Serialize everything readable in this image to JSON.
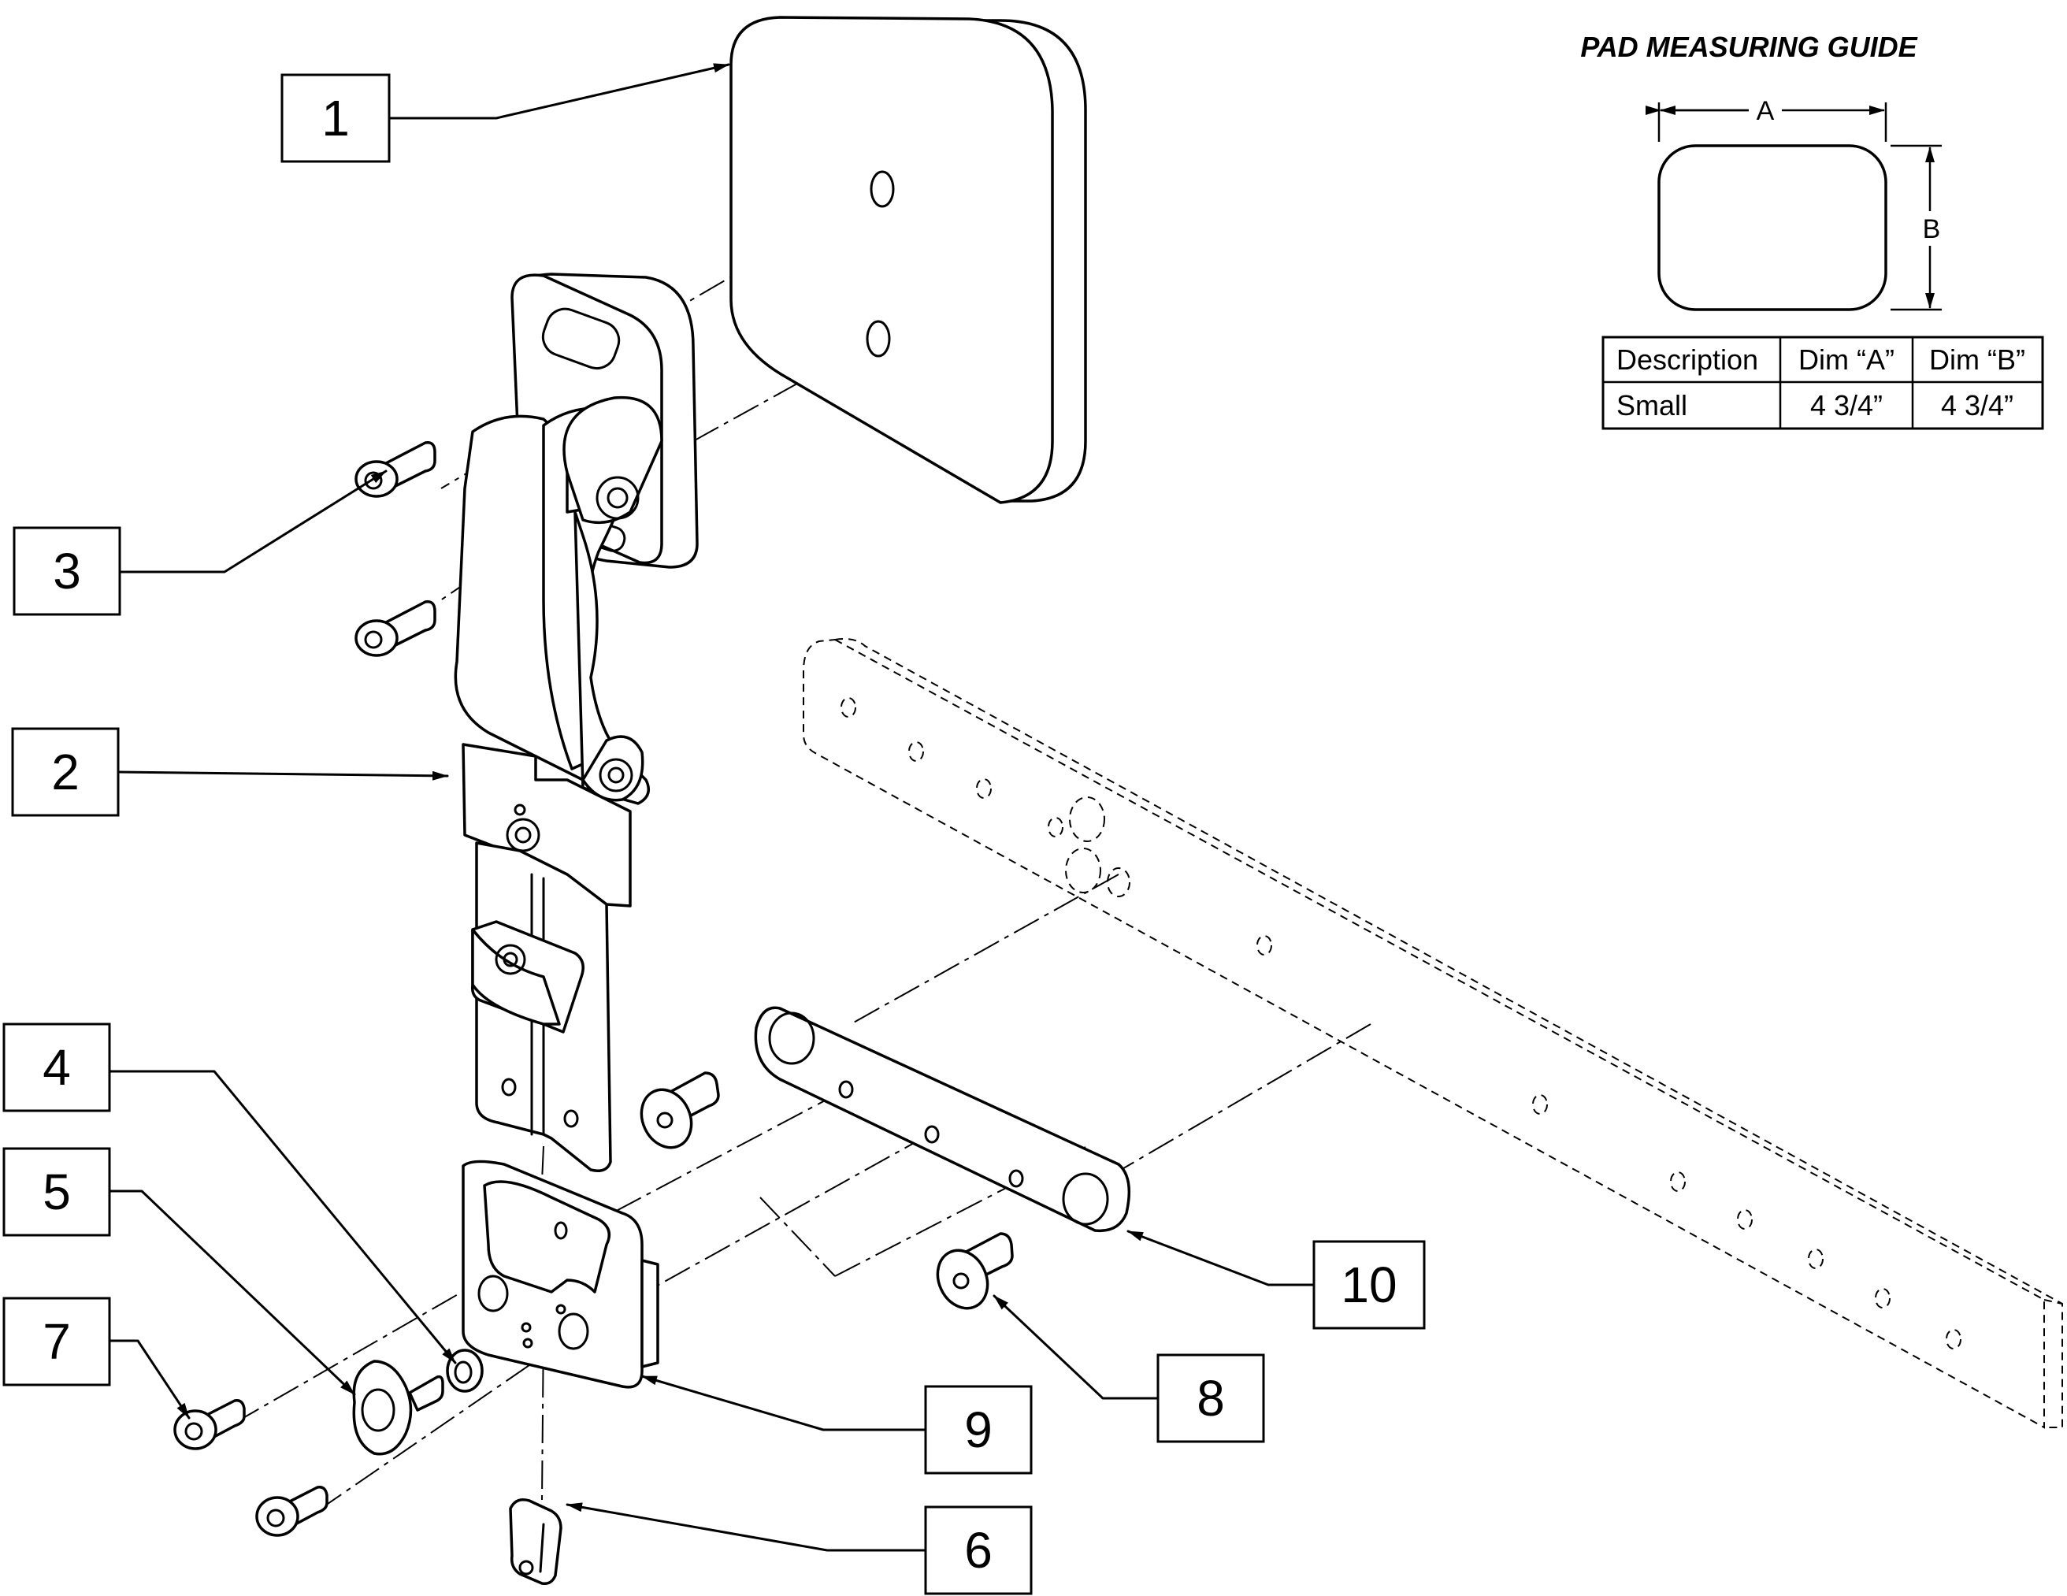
{
  "guide": {
    "title": "PAD MEASURING GUIDE",
    "dim_a": "A",
    "dim_b": "B",
    "table": {
      "headers": [
        "Description",
        "Dim “A”",
        "Dim “B”"
      ],
      "rows": [
        [
          "Small",
          "4 3/4”",
          "4 3/4”"
        ]
      ]
    }
  },
  "callouts": [
    {
      "id": "c1",
      "label": "1"
    },
    {
      "id": "c2",
      "label": "2"
    },
    {
      "id": "c3",
      "label": "3"
    },
    {
      "id": "c4",
      "label": "4"
    },
    {
      "id": "c5",
      "label": "5"
    },
    {
      "id": "c6",
      "label": "6"
    },
    {
      "id": "c7",
      "label": "7"
    },
    {
      "id": "c8",
      "label": "8"
    },
    {
      "id": "c9",
      "label": "9"
    },
    {
      "id": "c10",
      "label": "10"
    }
  ]
}
